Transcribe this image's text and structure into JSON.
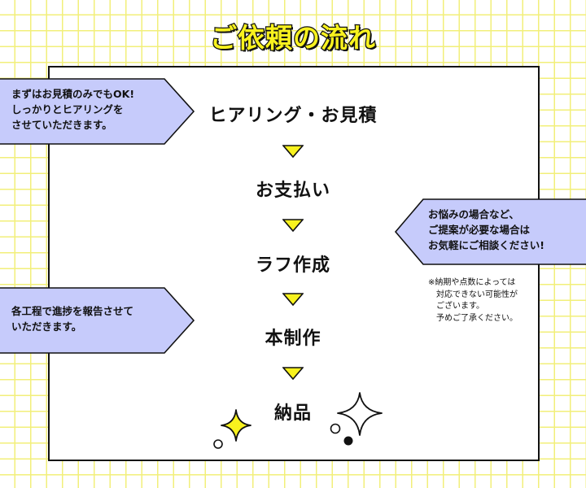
{
  "title": "ご依頼の流れ",
  "steps": [
    "ヒアリング・お見積",
    "お支払い",
    "ラフ作成",
    "本制作",
    "納品"
  ],
  "callouts": {
    "left_top": [
      "まずはお見積のみでもOK!",
      "しっかりとヒアリングを",
      "させていただきます。"
    ],
    "left_bottom": [
      "各工程で進捗を報告させて",
      "いただきます。"
    ],
    "right": [
      "お悩みの場合など、",
      "ご提案が必要な場合は",
      "お気軽にご相談ください!"
    ]
  },
  "note": [
    "※納期や点数によっては",
    "対応できない可能性が",
    "ございます。",
    "予めご了承ください。"
  ],
  "colors": {
    "accent_yellow": "#f8f21e",
    "grid_yellow": "#f2ef7a",
    "callout_blue": "#c6cbfb",
    "outline": "#111111"
  }
}
